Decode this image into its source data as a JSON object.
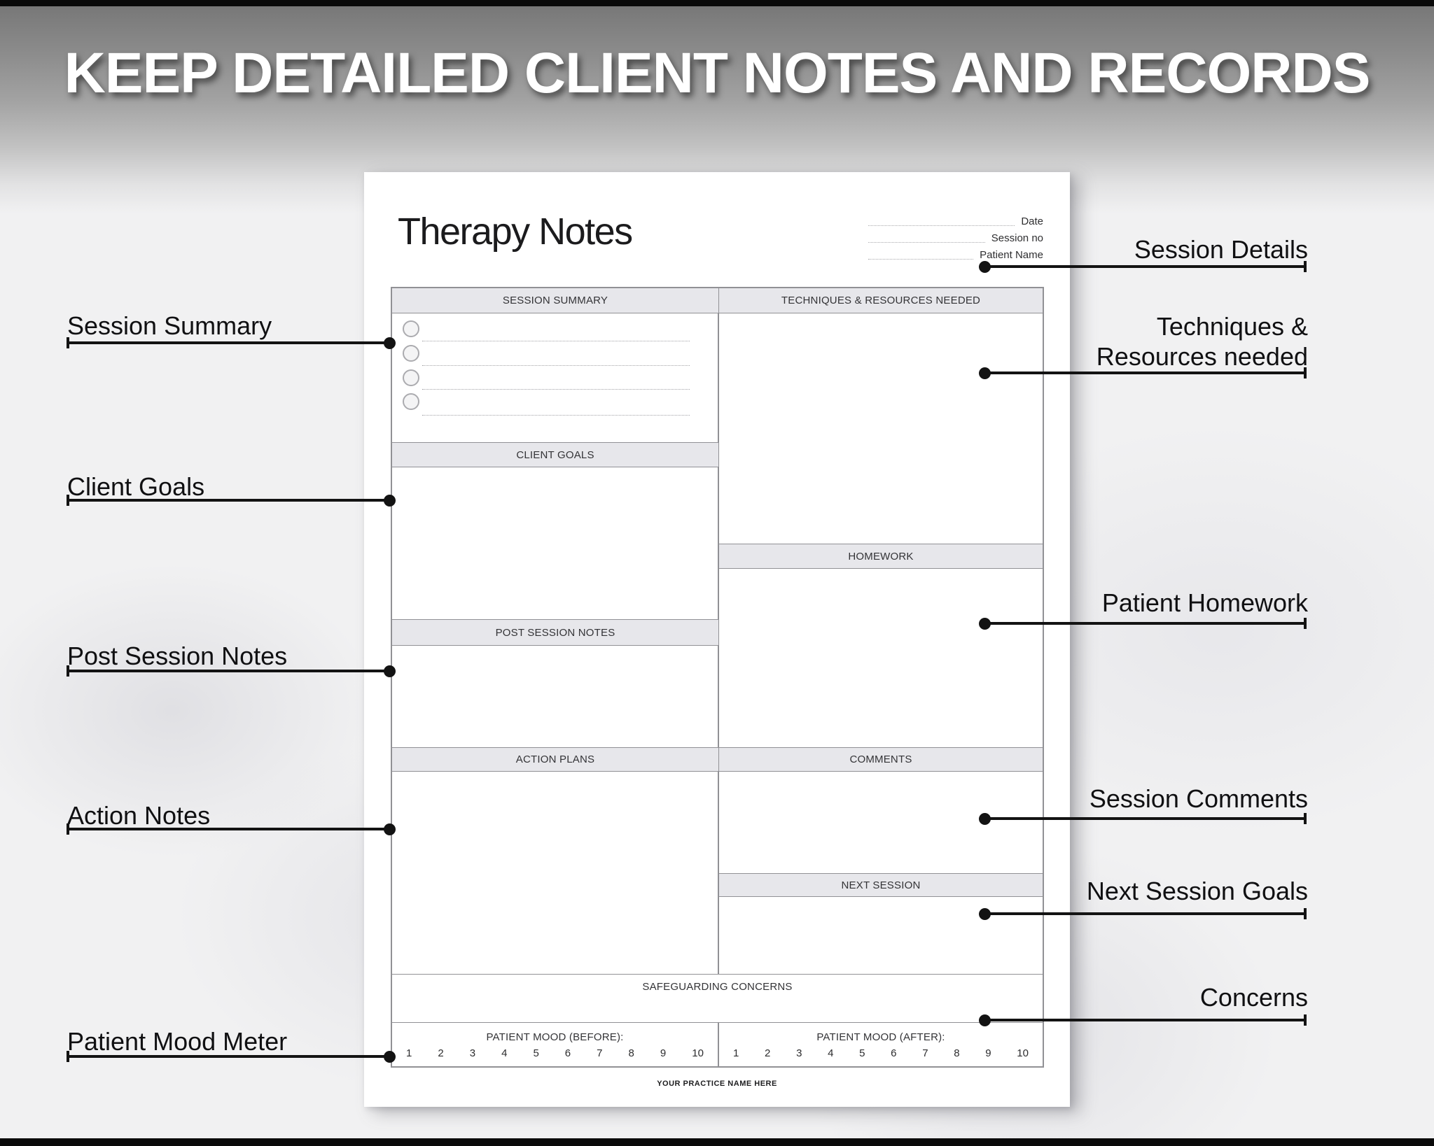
{
  "banner": {
    "title": "KEEP DETAILED CLIENT NOTES AND RECORDS"
  },
  "document": {
    "title": "Therapy Notes",
    "header_fields": [
      {
        "label": "Date"
      },
      {
        "label": "Session no"
      },
      {
        "label": "Patient Name"
      }
    ],
    "sections": {
      "session_summary": "SESSION SUMMARY",
      "techniques": "TECHNIQUES & RESOURCES NEEDED",
      "client_goals": "CLIENT GOALS",
      "homework": "HOMEWORK",
      "post_session_notes": "POST SESSION NOTES",
      "action_plans": "ACTION PLANS",
      "comments": "COMMENTS",
      "next_session": "NEXT SESSION",
      "safeguarding": "SAFEGUARDING CONCERNS",
      "mood_before": "PATIENT MOOD (BEFORE):",
      "mood_after": "PATIENT MOOD (AFTER):"
    },
    "mood_scale": [
      "1",
      "2",
      "3",
      "4",
      "5",
      "6",
      "7",
      "8",
      "9",
      "10"
    ],
    "footer": "YOUR PRACTICE NAME HERE"
  },
  "callouts": {
    "left": [
      {
        "label": "Session Summary"
      },
      {
        "label": "Client Goals"
      },
      {
        "label": "Post Session Notes"
      },
      {
        "label": "Action Notes"
      },
      {
        "label": "Patient Mood Meter"
      }
    ],
    "right": [
      {
        "label": "Session Details"
      },
      {
        "line1": "Techniques &",
        "line2": "Resources needed"
      },
      {
        "label": "Patient Homework"
      },
      {
        "label": "Session Comments"
      },
      {
        "label": "Next Session Goals"
      },
      {
        "label": "Concerns"
      }
    ]
  },
  "colors": {
    "band_gray": "#e7e7eb",
    "table_border": "#919195",
    "ink": "#131313",
    "paper": "#ffffff"
  }
}
